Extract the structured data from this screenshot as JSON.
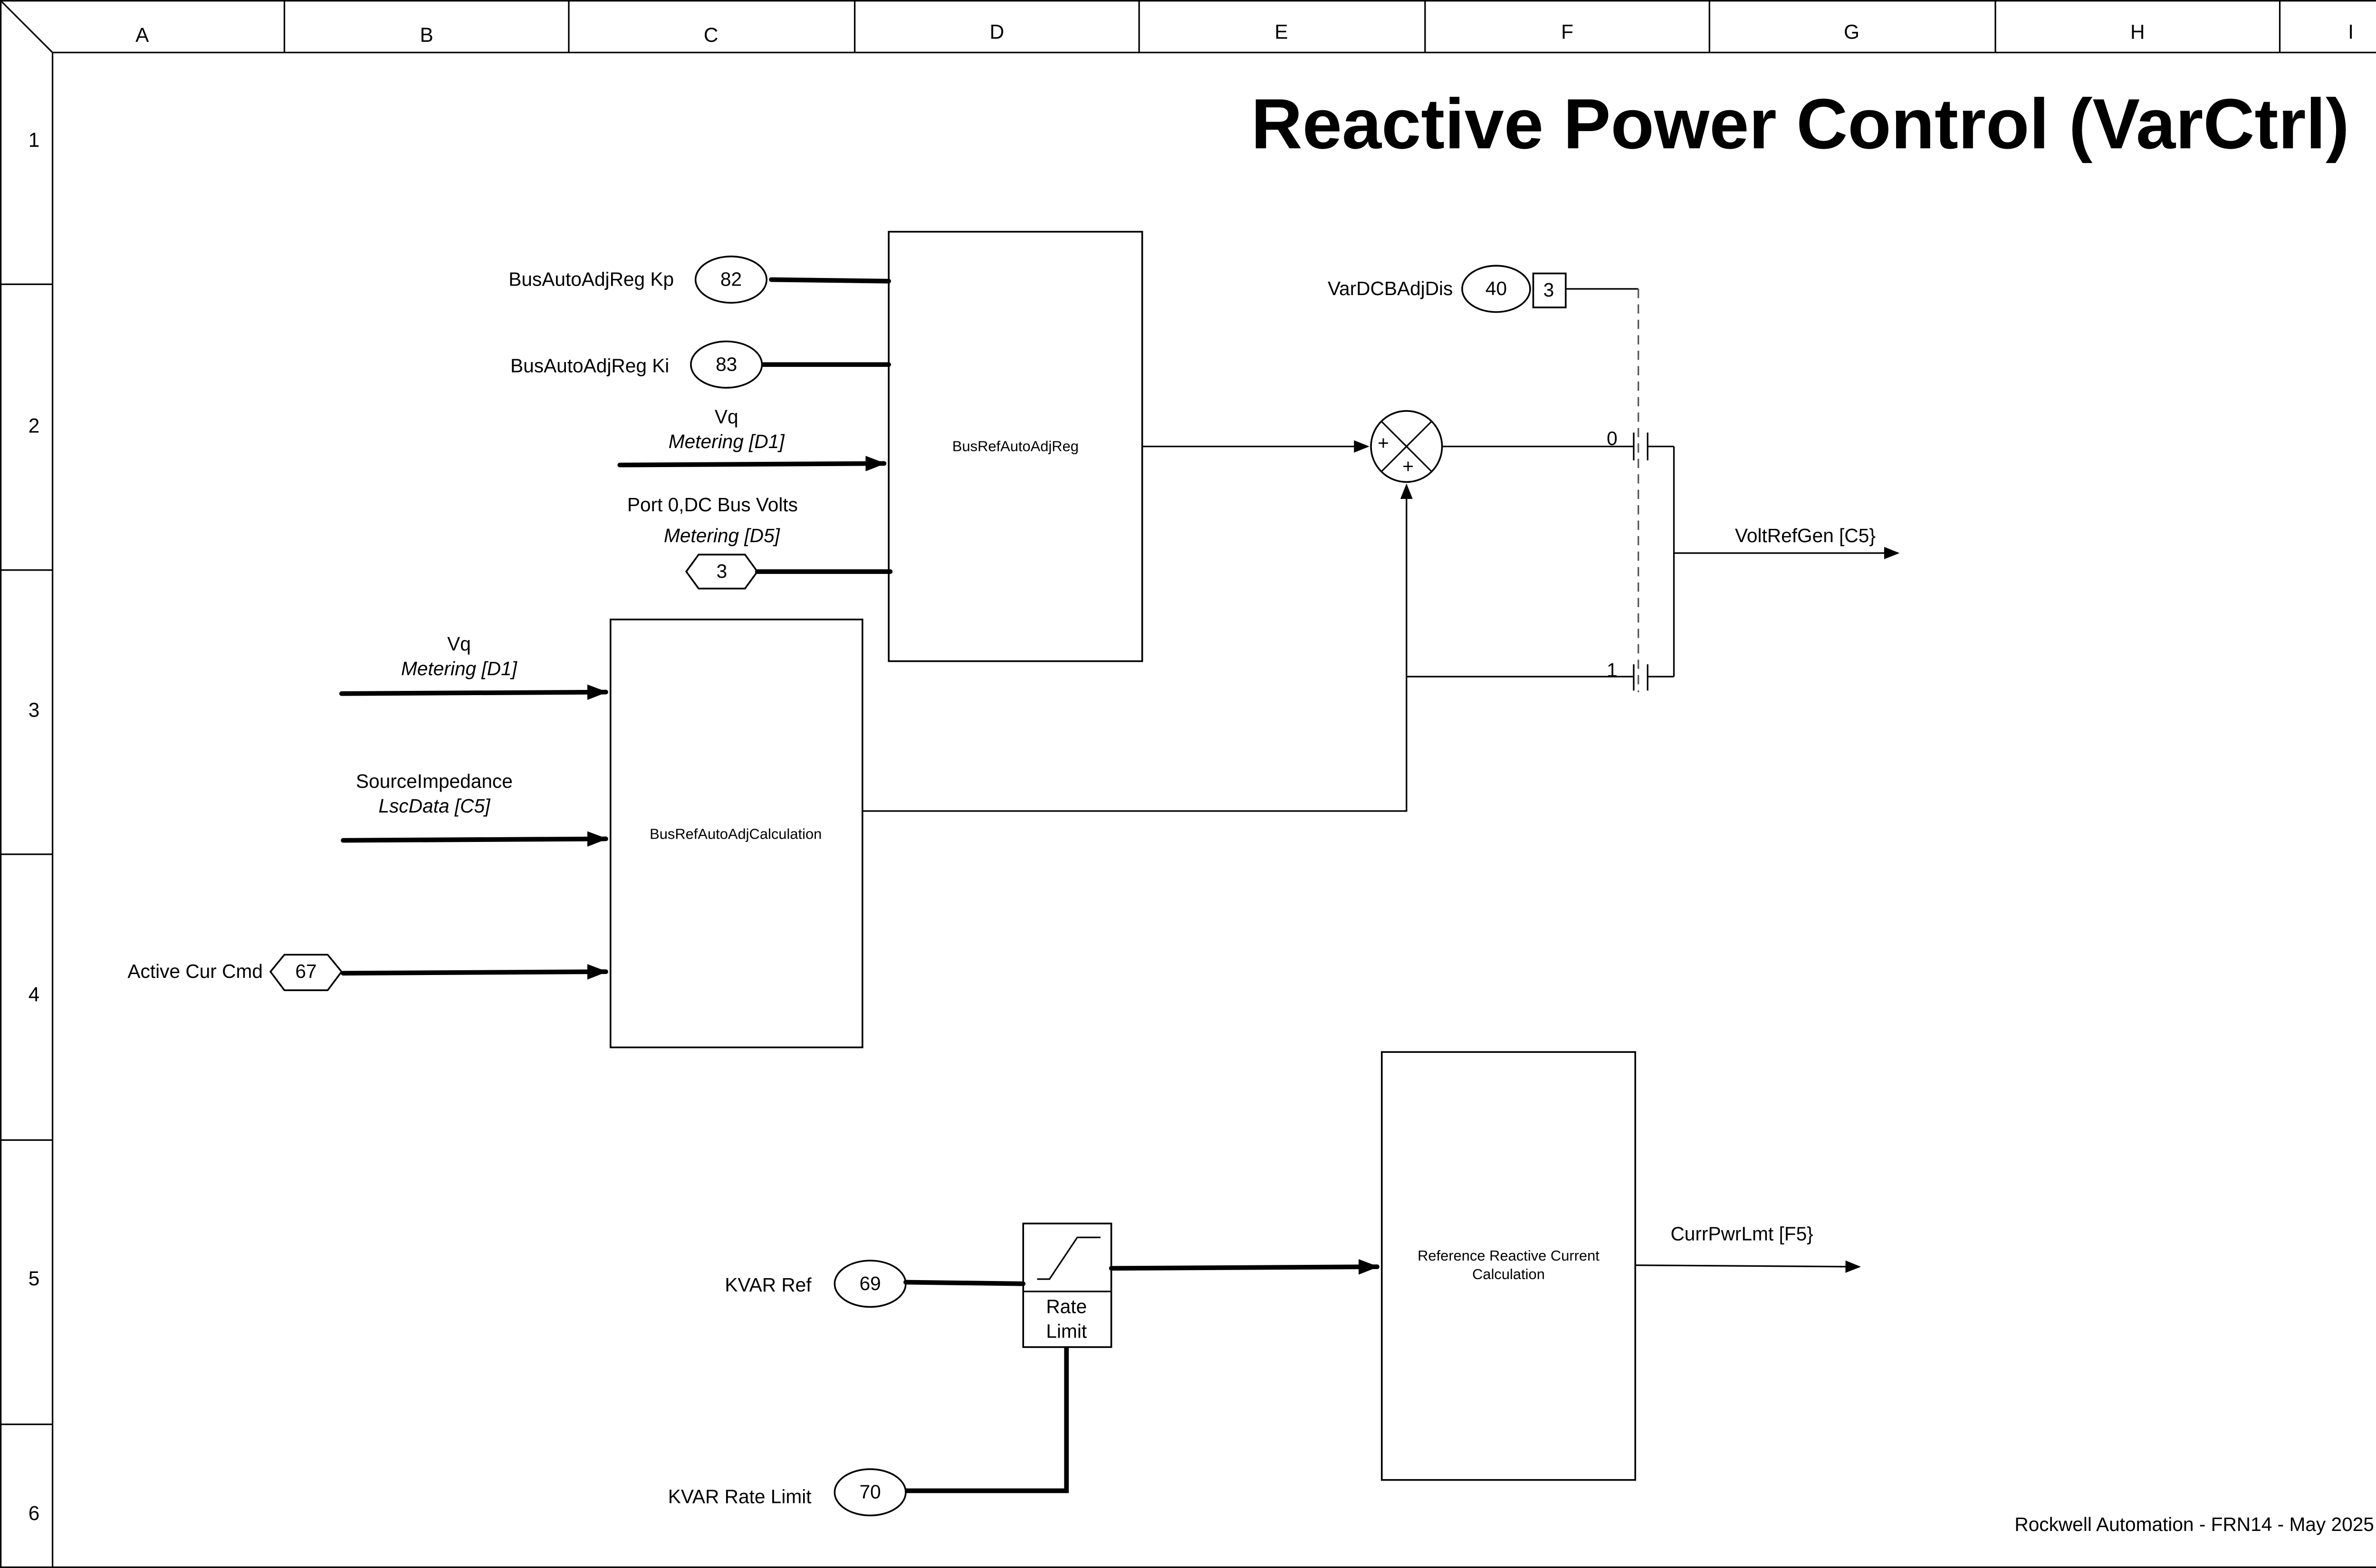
{
  "title": "Reactive Power Control (VarCtrl)",
  "footer": "Rockwell Automation - FRN14 - May 2025",
  "frame": {
    "columns": [
      "A",
      "B",
      "C",
      "D",
      "E",
      "F",
      "G",
      "H",
      "I"
    ],
    "rows": [
      "1",
      "2",
      "3",
      "4",
      "5",
      "6"
    ]
  },
  "blocks": {
    "reg": "BusRefAutoAdjReg",
    "calc": "BusRefAutoAdjCalculation",
    "ref_line1": "Reference Reactive Current",
    "ref_line2": "Calculation",
    "rate_line1": "Rate",
    "rate_line2": "Limit"
  },
  "params": {
    "kp": {
      "label": "BusAutoAdjReg Kp",
      "num": "82"
    },
    "ki": {
      "label": "BusAutoAdjReg Ki",
      "num": "83"
    },
    "vardcb": {
      "label": "VarDCBAdjDis",
      "num": "40",
      "bit": "3"
    },
    "kvar_ref": {
      "label": "KVAR  Ref",
      "num": "69"
    },
    "kvar_rate": {
      "label": "KVAR Rate Limit",
      "num": "70"
    },
    "active_cur": {
      "label": "Active Cur Cmd",
      "num": "67"
    },
    "dc_bus": {
      "label": "Port 0,DC Bus Volts",
      "sub": "Metering [D5]",
      "num": "3"
    }
  },
  "signals": {
    "vq_top": {
      "label": "Vq",
      "sub": "Metering [D1]"
    },
    "vq_calc": {
      "label": "Vq",
      "sub": "Metering [D1]"
    },
    "source_imp": {
      "label": "SourceImpedance",
      "sub": "LscData [C5]"
    },
    "volt_ref_gen": "VoltRefGen [C5}",
    "curr_pwr_lmt": "CurrPwrLmt [F5}"
  },
  "summer": {
    "sign1": "+",
    "sign2": "+"
  },
  "switch": {
    "pos0": "0",
    "pos1": "1"
  }
}
